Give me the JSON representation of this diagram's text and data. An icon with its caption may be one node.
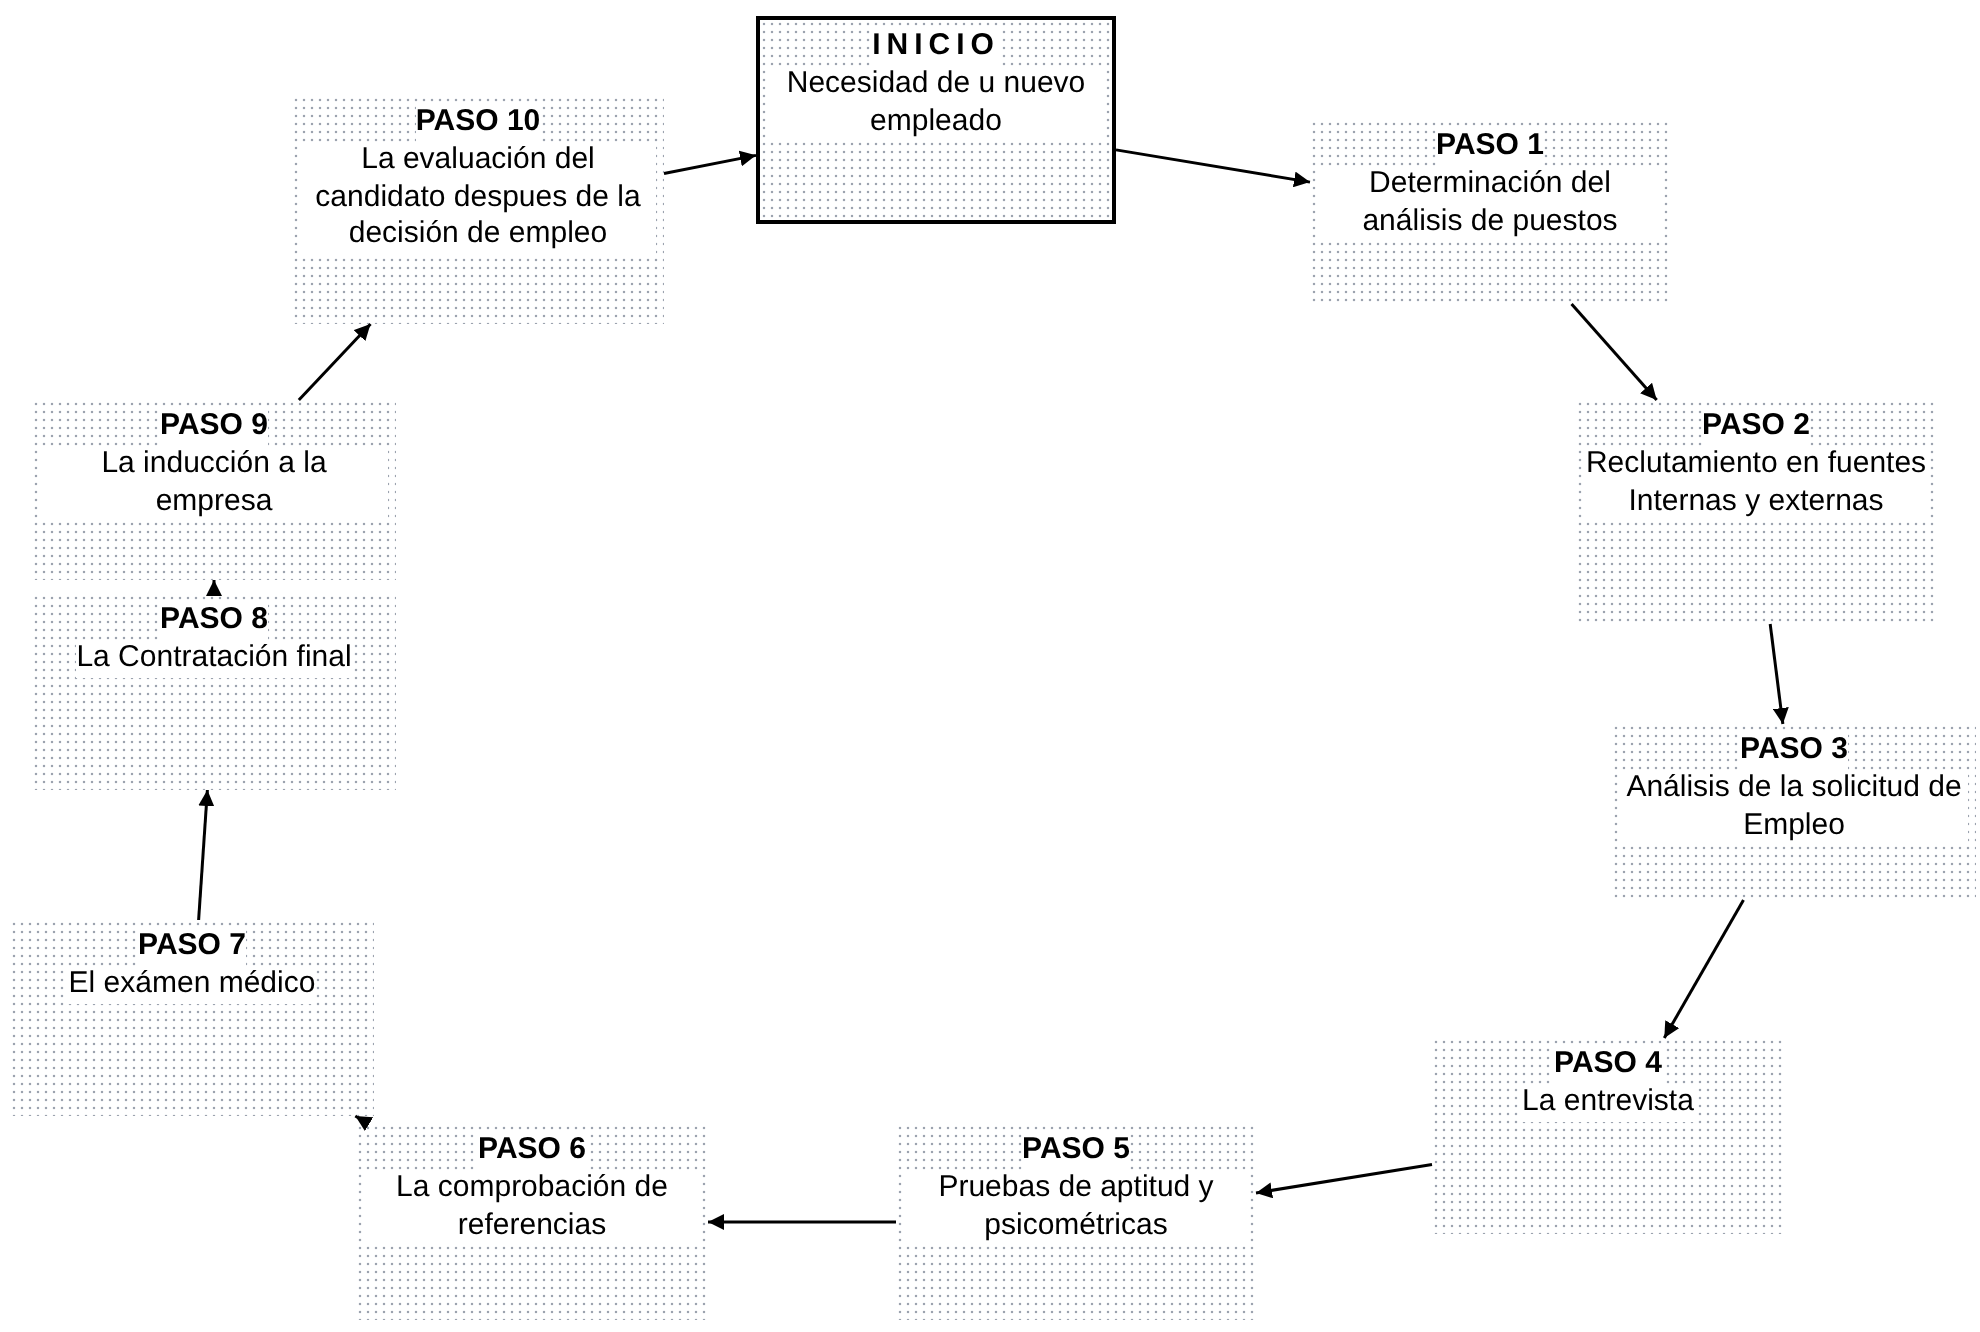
{
  "diagram": {
    "nodes": [
      {
        "text": [
          "INICIO",
          "Necesidad de u nuevo empleado"
        ]
      },
      {
        "text": [
          "PASO 1",
          "Determinación del análisis de puestos"
        ]
      },
      {
        "text": [
          "PASO 2",
          "Reclutamiento en fuentes Internas y externas"
        ]
      },
      {
        "text": [
          "PASO 3",
          "Análisis de la solicitud de Empleo"
        ]
      },
      {
        "text": [
          "PASO 4",
          "La entrevista"
        ]
      },
      {
        "text": [
          "PASO 5",
          "Pruebas de aptitud y psicométricas"
        ]
      },
      {
        "text": [
          "PASO 6",
          "La comprobación de referencias"
        ]
      },
      {
        "text": [
          "PASO 7",
          "El exámen médico"
        ]
      },
      {
        "text": [
          "PASO 8",
          "La Contratación final"
        ]
      },
      {
        "text": [
          "PASO 9",
          "La inducción a la empresa"
        ]
      },
      {
        "text": [
          "PASO 10",
          "La evaluación del candidato despues de la decisión de empleo"
        ]
      }
    ],
    "edges": [
      {
        "from": 0,
        "to": 1,
        "arrow": "to"
      },
      {
        "from": 1,
        "to": 2,
        "arrow": "to"
      },
      {
        "from": 2,
        "to": 3,
        "arrow": "to"
      },
      {
        "from": 3,
        "to": 4,
        "arrow": "to"
      },
      {
        "from": 4,
        "to": 5,
        "arrow": "to"
      },
      {
        "from": 5,
        "to": 6,
        "arrow": "to"
      },
      {
        "from": 6,
        "to": 7,
        "arrow": "to"
      },
      {
        "from": 7,
        "to": 8,
        "arrow": "to"
      },
      {
        "from": 8,
        "to": 9,
        "arrow": "to"
      },
      {
        "from": 9,
        "to": 10,
        "arrow": "to"
      },
      {
        "from": 10,
        "to": 0,
        "arrow": "to"
      }
    ]
  }
}
